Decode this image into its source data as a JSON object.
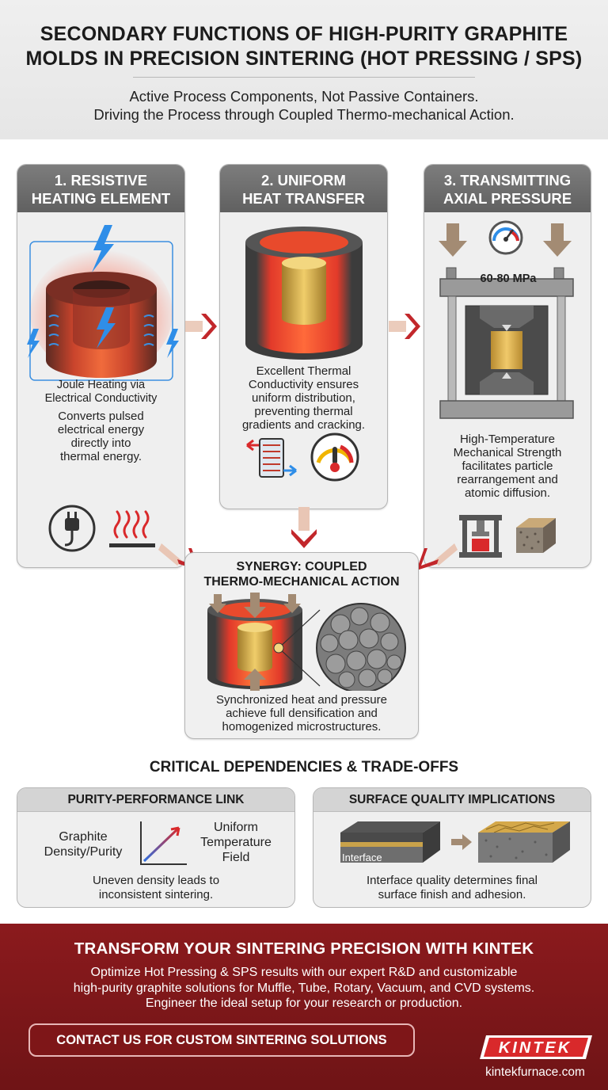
{
  "header": {
    "title_line1": "SECONDARY FUNCTIONS OF HIGH-PURITY GRAPHITE",
    "title_line2": "MOLDS IN PRECISION SINTERING (HOT PRESSING / SPS)",
    "subtitle_line1": "Active Process Components, Not Passive Containers.",
    "subtitle_line2": "Driving the Process through Coupled Thermo-mechanical Action."
  },
  "cards": [
    {
      "title_line1": "1. RESISTIVE",
      "title_line2": "HEATING ELEMENT",
      "caption_line1": "Joule Heating via",
      "caption_line2": "Electrical Conductivity",
      "text": [
        "Converts pulsed",
        "electrical energy",
        "directly into",
        "thermal energy."
      ]
    },
    {
      "title_line1": "2. UNIFORM",
      "title_line2": "HEAT TRANSFER",
      "text": [
        "Excellent Thermal",
        "Conductivity ensures",
        "uniform distribution,",
        "preventing thermal",
        "gradients and cracking."
      ]
    },
    {
      "title_line1": "3. TRANSMITTING",
      "title_line2": "AXIAL PRESSURE",
      "pressure_label": "60-80 MPa",
      "text": [
        "High-Temperature",
        "Mechanical Strength",
        "facilitates particle",
        "rearrangement and",
        "atomic diffusion."
      ]
    }
  ],
  "synergy": {
    "title_line1": "SYNERGY: COUPLED",
    "title_line2": "THERMO-MECHANICAL ACTION",
    "text": [
      "Synchronized heat and pressure",
      "achieve full densification and",
      "homogenized microstructures."
    ]
  },
  "dependencies": {
    "section_title": "CRITICAL DEPENDENCIES & TRADE-OFFS",
    "purity": {
      "title": "PURITY-PERFORMANCE LINK",
      "left_label": [
        "Graphite",
        "Density/Purity"
      ],
      "right_label": [
        "Uniform",
        "Temperature",
        "Field"
      ],
      "text": [
        "Uneven density leads to",
        "inconsistent sintering."
      ]
    },
    "surface": {
      "title": "SURFACE QUALITY IMPLICATIONS",
      "interface_label": "Interface",
      "text": [
        "Interface quality determines final",
        "surface finish and adhesion."
      ]
    }
  },
  "footer": {
    "title": "TRANSFORM YOUR SINTERING PRECISION WITH KINTEK",
    "body": [
      "Optimize Hot Pressing & SPS results with our expert R&D and customizable",
      "high-purity graphite solutions for Muffle, Tube, Rotary, Vacuum, and CVD systems.",
      "Engineer the ideal setup for your research or production."
    ],
    "cta_label": "CONTACT US FOR CUSTOM SINTERING SOLUTIONS",
    "logo_text": "KINTEK",
    "website": "kintekfurnace.com"
  },
  "colors": {
    "brand_red": "#8b1a1d",
    "accent_red": "#d9292b",
    "graphite": "#4a4a4a",
    "glow_orange": "#f2562a",
    "sample_gold": "#d9b04a",
    "spark_blue": "#2f8ee8"
  }
}
